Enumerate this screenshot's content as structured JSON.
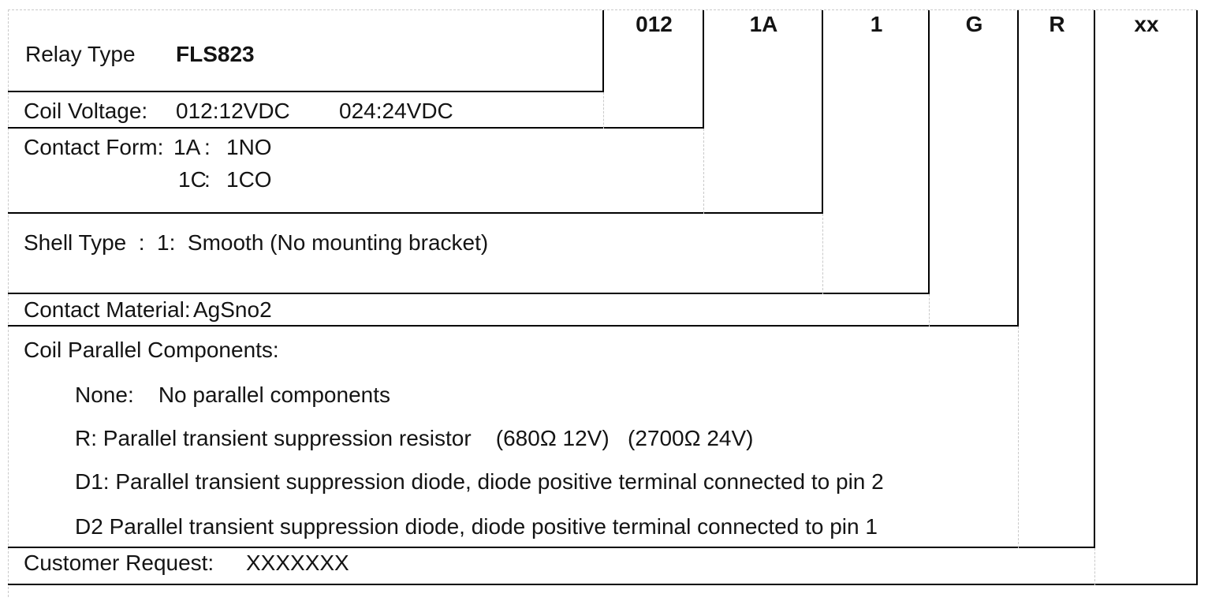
{
  "part_code": {
    "relay_type_label": "Relay Type",
    "relay_type_value": "FLS823",
    "codes": [
      "012",
      "1A",
      "1",
      "G",
      "R",
      "xx"
    ]
  },
  "coil_voltage": {
    "label": "Coil Voltage:",
    "options": [
      "012:12VDC",
      "024:24VDC"
    ]
  },
  "contact_form": {
    "label": "Contact Form:",
    "entries": [
      {
        "code": "1A",
        "separator": ":",
        "value": "1NO"
      },
      {
        "code": "1C",
        "separator": ":",
        "value": "1CO"
      }
    ]
  },
  "shell_type": {
    "label": "Shell Type  :",
    "value": "1:  Smooth (No mounting bracket)"
  },
  "contact_material": {
    "label": "Contact Material:",
    "value": "AgSno2"
  },
  "coil_parallel": {
    "label": "Coil Parallel Components:",
    "options": [
      "None:    No parallel components",
      "R: Parallel transient suppression resistor    (680Ω 12V)   (2700Ω 24V)",
      "D1: Parallel transient suppression diode, diode positive terminal connected to pin 2",
      "D2 Parallel transient suppression diode, diode positive terminal connected to pin 1"
    ]
  },
  "customer_request": {
    "label": "Customer Request:",
    "value": "XXXXXXX"
  },
  "colors": {
    "line": "#000000",
    "grid_dashed": "#c9c9c9",
    "text": "#141414",
    "background": "#ffffff"
  }
}
